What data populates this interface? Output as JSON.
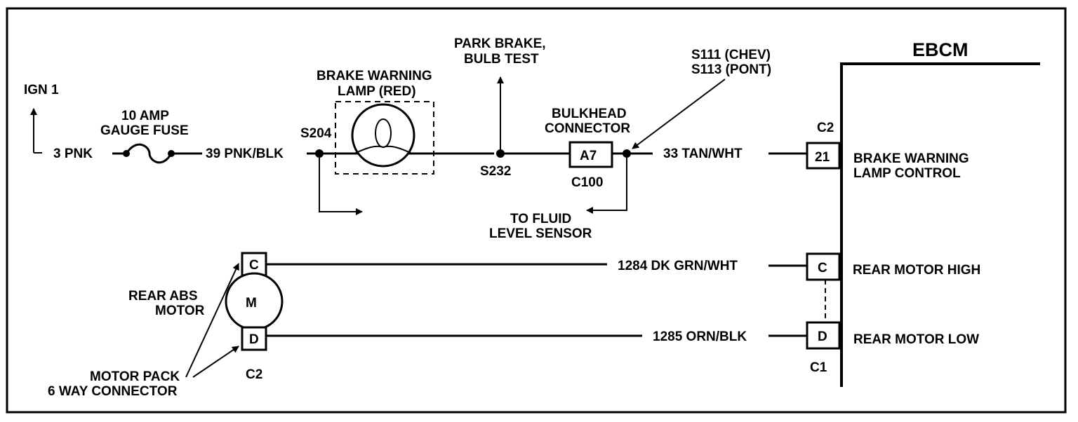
{
  "labels": {
    "ign": "IGN 1",
    "fuse_line1": "10 AMP",
    "fuse_line2": "GAUGE FUSE",
    "wire_3pnk": "3 PNK",
    "wire_39": "39 PNK/BLK",
    "splice_s204": "S204",
    "lamp_line1": "BRAKE WARNING",
    "lamp_line2": "LAMP (RED)",
    "park_line1": "PARK BRAKE,",
    "park_line2": "BULB TEST",
    "splice_s232": "S232",
    "bulkhead_line1": "BULKHEAD",
    "bulkhead_line2": "CONNECTOR",
    "pin_a7": "A7",
    "conn_c100": "C100",
    "splice_line1": "S111 (CHEV)",
    "splice_line2": "S113 (PONT)",
    "fluid_line1": "TO FLUID",
    "fluid_line2": "LEVEL SENSOR",
    "wire_33": "33 TAN/WHT",
    "ebcm": "EBCM",
    "ebcm_c2": "C2",
    "pin_21": "21",
    "bwlc_line1": "BRAKE WARNING",
    "bwlc_line2": "LAMP CONTROL",
    "motor_pin_c": "C",
    "motor_m": "M",
    "motor_pin_d": "D",
    "rear_abs_line1": "REAR ABS",
    "rear_abs_line2": "MOTOR",
    "motor_c2": "C2",
    "motor_pack_line1": "MOTOR PACK",
    "motor_pack_line2": "6 WAY CONNECTOR",
    "wire_1284": "1284 DK GRN/WHT",
    "wire_1285": "1285 ORN/BLK",
    "ebcm_pin_c": "C",
    "ebcm_pin_d": "D",
    "rear_high": "REAR MOTOR HIGH",
    "rear_low": "REAR MOTOR LOW",
    "ebcm_c1": "C1"
  }
}
